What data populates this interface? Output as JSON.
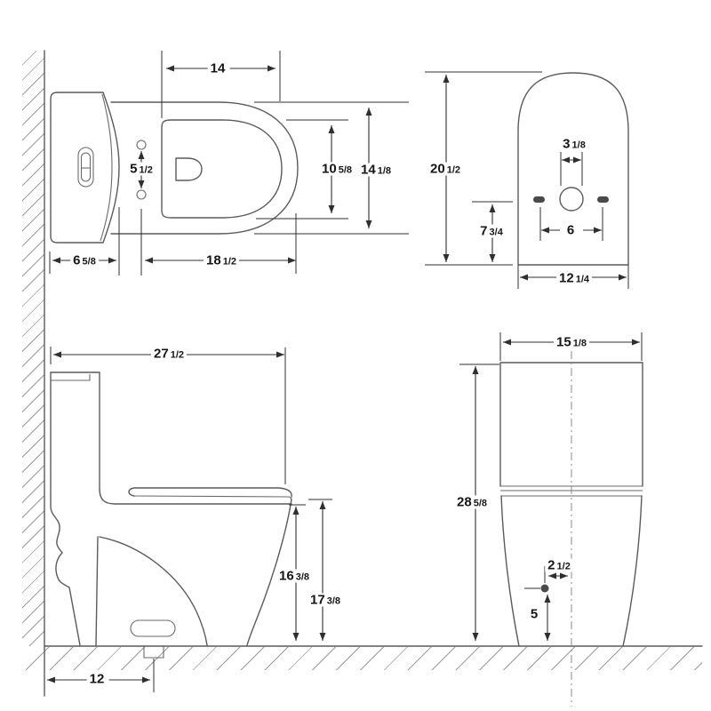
{
  "drawing": {
    "title": "toilet-dimension-diagram",
    "background": "#ffffff",
    "line_color": "#5a5a5a",
    "dimension_color": "#2f2f2f",
    "views": [
      "plan-top-view",
      "back-view",
      "side-view",
      "front-view"
    ]
  },
  "dims": {
    "plan_seat_width": {
      "whole": "14",
      "frac": ""
    },
    "plan_bolt_spacing": {
      "whole": "5",
      "frac": "1/2"
    },
    "plan_opening_width": {
      "whole": "10",
      "frac": "5/8"
    },
    "plan_bowl_width": {
      "whole": "14",
      "frac": "1/8"
    },
    "plan_tank_depth": {
      "whole": "6",
      "frac": "5/8"
    },
    "plan_bowl_depth": {
      "whole": "18",
      "frac": "1/2"
    },
    "back_height": {
      "whole": "20",
      "frac": "1/2"
    },
    "back_inlet_diameter": {
      "whole": "3",
      "frac": "1/8"
    },
    "back_bolt_spacing": {
      "whole": "6",
      "frac": ""
    },
    "back_bolt_height": {
      "whole": "7",
      "frac": "3/4"
    },
    "back_base_width": {
      "whole": "12",
      "frac": "1/4"
    },
    "side_depth": {
      "whole": "27",
      "frac": "1/2"
    },
    "side_rim_height": {
      "whole": "16",
      "frac": "3/8"
    },
    "side_seat_height": {
      "whole": "17",
      "frac": "3/8"
    },
    "side_drain_setback": {
      "whole": "12",
      "frac": ""
    },
    "front_width": {
      "whole": "15",
      "frac": "1/8"
    },
    "front_height": {
      "whole": "28",
      "frac": "5/8"
    },
    "front_bolt_offset": {
      "whole": "2",
      "frac": "1/2"
    },
    "front_bolt_floor": {
      "whole": "5",
      "frac": ""
    }
  }
}
